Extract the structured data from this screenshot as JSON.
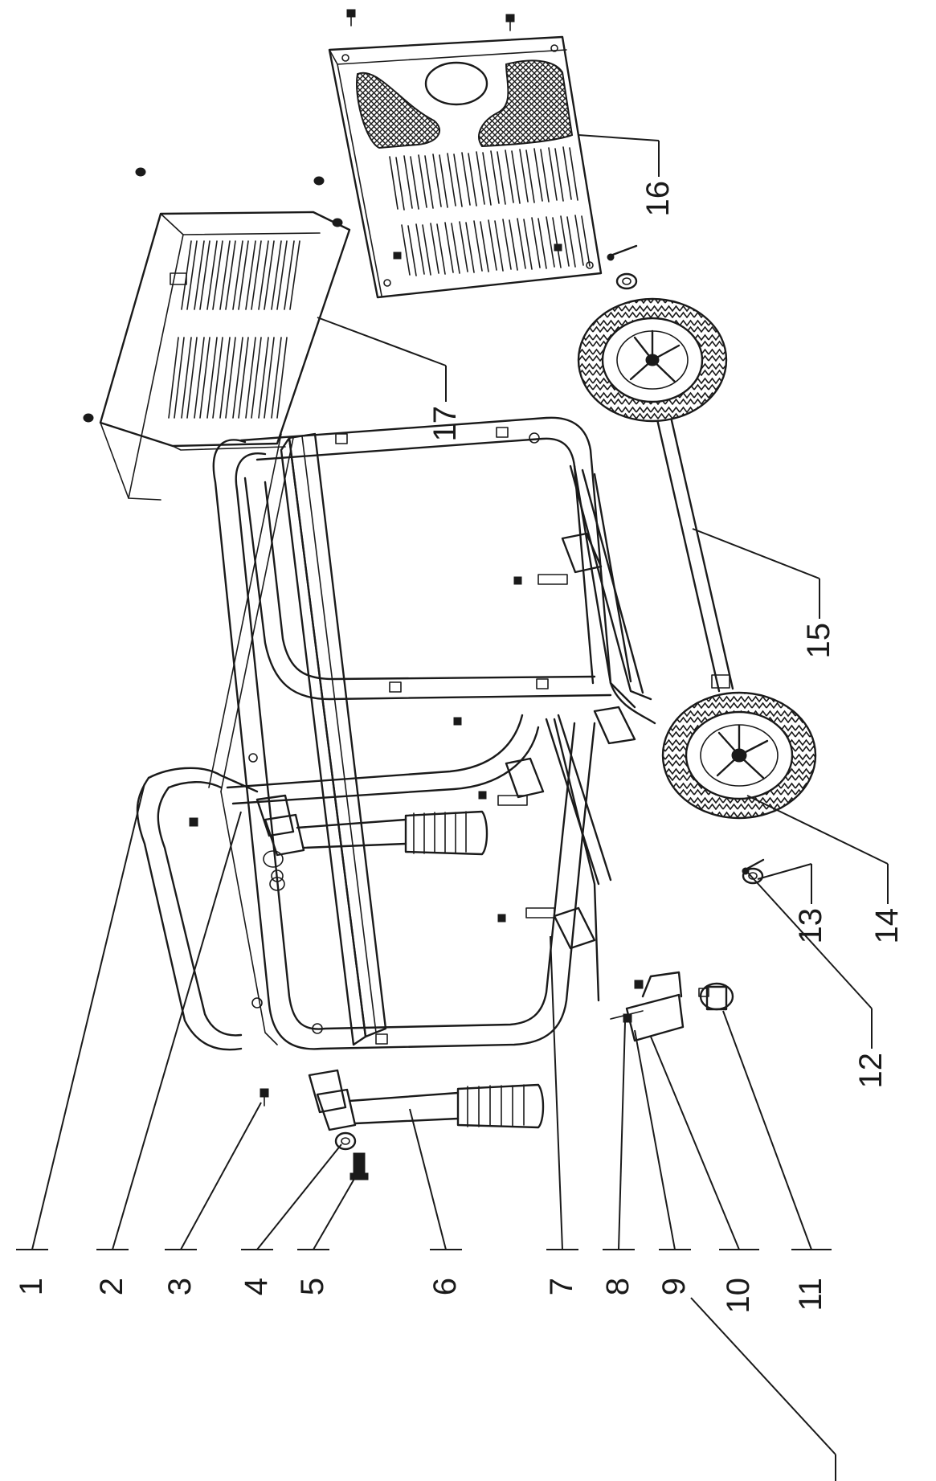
{
  "drawing": {
    "callouts": [
      {
        "id": "c1",
        "label": "1"
      },
      {
        "id": "c2",
        "label": "2"
      },
      {
        "id": "c3",
        "label": "3"
      },
      {
        "id": "c4",
        "label": "4"
      },
      {
        "id": "c5",
        "label": "5"
      },
      {
        "id": "c6",
        "label": "6"
      },
      {
        "id": "c7",
        "label": "7"
      },
      {
        "id": "c8",
        "label": "8"
      },
      {
        "id": "c9",
        "label": "9"
      },
      {
        "id": "c10",
        "label": "10"
      },
      {
        "id": "c11",
        "label": "11"
      },
      {
        "id": "c12",
        "label": "12"
      },
      {
        "id": "c13a",
        "label": "13"
      },
      {
        "id": "c14",
        "label": "14"
      },
      {
        "id": "c15",
        "label": "15"
      },
      {
        "id": "c16",
        "label": "16"
      },
      {
        "id": "c17",
        "label": "17"
      },
      {
        "id": "c13b",
        "label": "13"
      }
    ]
  }
}
